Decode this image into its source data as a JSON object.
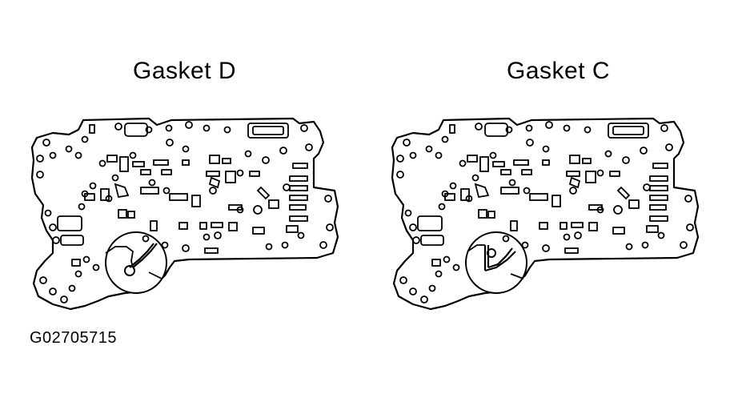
{
  "labels": {
    "left_title": "Gasket D",
    "right_title": "Gasket C",
    "figure_id": "G02705715"
  }
}
